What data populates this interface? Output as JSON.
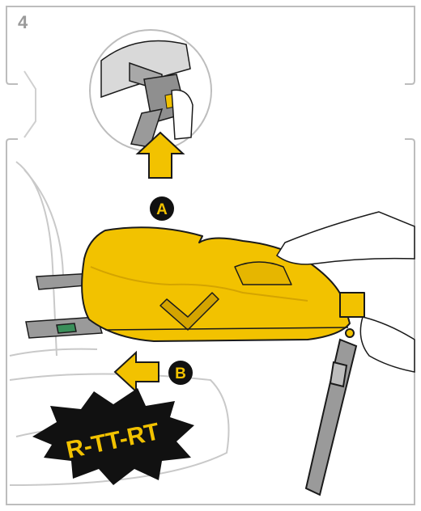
{
  "step": {
    "number": "4"
  },
  "markers": {
    "a_label": "A",
    "b_label": "B"
  },
  "warning": {
    "text": "R-TT-RT"
  },
  "colors": {
    "accent_yellow": "#f2c200",
    "yellow_shadow": "#d4a400",
    "outline": "#1a1a1a",
    "frame_gray": "#bdbdbd",
    "seat_gray": "#cfcfcf",
    "metal_gray": "#9a9a9a",
    "detail_green": "#3a8f5a",
    "burst_fill": "#111111"
  },
  "icons": [
    "up-arrow-icon",
    "left-arrow-icon",
    "hand-icon",
    "magnifier-callout-icon"
  ]
}
